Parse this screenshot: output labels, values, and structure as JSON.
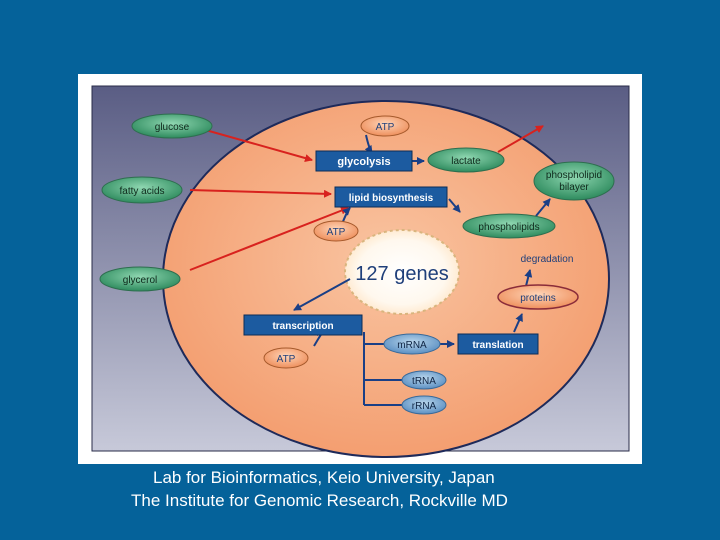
{
  "diagram": {
    "inputs": {
      "glucose": "glucose",
      "fatty_acids": "fatty acids",
      "glycerol": "glycerol"
    },
    "processes": {
      "glycolysis": "glycolysis",
      "lipid_biosynthesis": "lipid biosynthesis",
      "transcription": "transcription",
      "translation": "translation"
    },
    "molecules": {
      "atp_top": "ATP",
      "atp_mid": "ATP",
      "atp_bottom": "ATP",
      "lactate": "lactate",
      "phospholipid_bilayer_line1": "phospholipid",
      "phospholipid_bilayer_line2": "bilayer",
      "phospholipids": "phospholipids",
      "proteins": "proteins",
      "mrna": "mRNA",
      "trna": "tRNA",
      "rrna": "rRNA"
    },
    "labels": {
      "degradation": "degradation",
      "genes": "127 genes"
    }
  },
  "captions": {
    "line1": "Lab for Bioinformatics, Keio University, Japan",
    "line2": "The Institute for Genomic Research, Rockville MD"
  },
  "colors": {
    "slide_background": "#05629a",
    "cell": "#f6ad84",
    "process_box": "#1c5ba0",
    "green_node": "#3f9a6e",
    "orange_node": "#f09a68",
    "arrow_red": "#d8221e",
    "arrow_blue": "#1a3f86"
  }
}
